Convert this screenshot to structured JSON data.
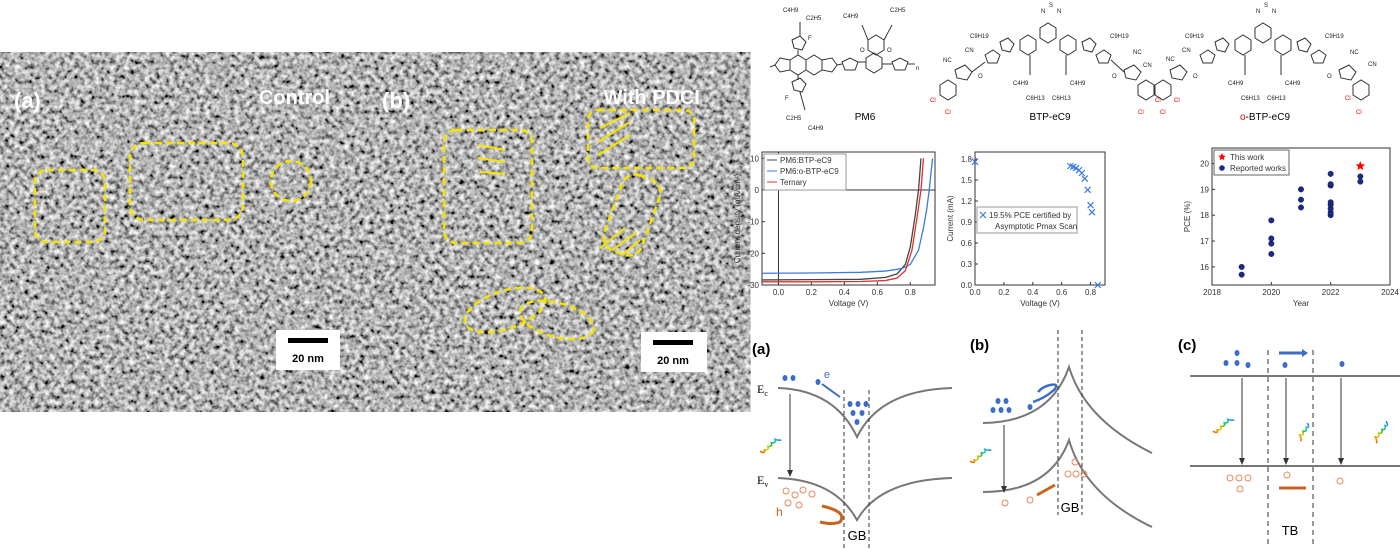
{
  "tem": {
    "a": {
      "label": "(a)",
      "title": "Control",
      "scale": "20 nm"
    },
    "b": {
      "label": "(b)",
      "title": "With PDCI",
      "scale": "20 nm"
    }
  },
  "molecules": {
    "pm6": {
      "name": "PM6",
      "subs": [
        "C4H9",
        "C2H5",
        "C4H9",
        "C2H5",
        "C2H5",
        "C4H9",
        "F",
        "F",
        "O",
        "O",
        "n"
      ]
    },
    "btp": {
      "name": "BTP-eC9",
      "subs": [
        "N",
        "S",
        "N",
        "C9H19",
        "C9H19",
        "CN",
        "NC",
        "NC",
        "CN",
        "C4H9",
        "C4H9",
        "C6H13",
        "C6H13",
        "O",
        "O",
        "Cl",
        "Cl",
        "Cl",
        "Cl"
      ]
    },
    "obtp": {
      "name_prefix": "o",
      "name": "-BTP-eC9",
      "subs": [
        "N",
        "S",
        "N",
        "C9H19",
        "C9H19",
        "CN",
        "NC",
        "NC",
        "CN",
        "C4H9",
        "C4H9",
        "C6H13",
        "C6H13",
        "O",
        "O",
        "Cl",
        "Cl",
        "Cl",
        "Cl"
      ]
    }
  },
  "colors": {
    "tem_yellow": "#f5e400",
    "electron": "#3a6cc8",
    "hole": "#e8875a",
    "hole_arrow": "#c8641e",
    "cl_red": "#e00000",
    "star": "#ff0000",
    "dot": "#1a2a8c"
  },
  "chart_data": [
    {
      "type": "line",
      "xlabel": "Voltage (V)",
      "ylabel": "Current density (mA/cm²)",
      "xlim": [
        -0.1,
        0.95
      ],
      "ylim": [
        -30,
        12
      ],
      "xticks": [
        0.0,
        0.2,
        0.4,
        0.6,
        0.8
      ],
      "yticks": [
        -30,
        -20,
        -10,
        0,
        10
      ],
      "legend": "top-left",
      "series": [
        {
          "name": "PM6:BTP-eC9",
          "color": "#444444",
          "x": [
            -0.1,
            0.2,
            0.5,
            0.65,
            0.72,
            0.77,
            0.8,
            0.83,
            0.85,
            0.865
          ],
          "y": [
            -28.4,
            -28.3,
            -28.2,
            -27.6,
            -26.5,
            -23.5,
            -18,
            -8,
            0,
            10
          ]
        },
        {
          "name": "PM6:o-BTP-eC9",
          "color": "#3b7be0",
          "x": [
            -0.1,
            0.2,
            0.5,
            0.65,
            0.75,
            0.8,
            0.85,
            0.88,
            0.9,
            0.915,
            0.935
          ],
          "y": [
            -26.3,
            -26.2,
            -26.0,
            -25.6,
            -24.8,
            -23.5,
            -19,
            -12,
            -6,
            0,
            10
          ]
        },
        {
          "name": "Ternary",
          "color": "#e03030",
          "x": [
            -0.1,
            0.2,
            0.5,
            0.65,
            0.72,
            0.77,
            0.81,
            0.84,
            0.865,
            0.88
          ],
          "y": [
            -29.0,
            -29.0,
            -28.9,
            -28.6,
            -27.8,
            -25.5,
            -19,
            -9,
            0,
            10
          ]
        }
      ]
    },
    {
      "type": "scatter",
      "xlabel": "Voltage (V)",
      "ylabel": "Current (mA)",
      "xlim": [
        0,
        0.9
      ],
      "ylim": [
        0,
        1.9
      ],
      "xticks": [
        0.0,
        0.2,
        0.4,
        0.6,
        0.8
      ],
      "yticks": [
        0.0,
        0.3,
        0.6,
        0.9,
        1.2,
        1.5,
        1.8
      ],
      "legend": "center-left",
      "series": [
        {
          "name": "19.5% PCE certified by Asymptotic Pmax Scan",
          "color": "#3b7be0",
          "x": [
            0.0,
            0.66,
            0.68,
            0.7,
            0.72,
            0.74,
            0.76,
            0.78,
            0.8,
            0.81,
            0.85
          ],
          "y": [
            1.76,
            1.7,
            1.69,
            1.67,
            1.64,
            1.6,
            1.52,
            1.36,
            1.14,
            1.04,
            0.0
          ]
        }
      ]
    },
    {
      "type": "scatter",
      "xlabel": "Year",
      "ylabel": "PCE (%)",
      "xlim": [
        2018,
        2024
      ],
      "ylim": [
        15.3,
        20.6
      ],
      "xticks": [
        2018,
        2020,
        2022,
        2024
      ],
      "yticks": [
        16,
        17,
        18,
        19,
        20
      ],
      "legend": "top-left",
      "series": [
        {
          "name": "This work",
          "color": "#ff0000",
          "marker": "star",
          "x": [
            2023
          ],
          "y": [
            19.9
          ]
        },
        {
          "name": "Reported works",
          "color": "#1a2a8c",
          "marker": "circle",
          "x": [
            2019,
            2019,
            2020,
            2020,
            2020,
            2020,
            2021,
            2021,
            2021,
            2022,
            2022,
            2022,
            2022,
            2022,
            2022,
            2022,
            2022,
            2023,
            2023
          ],
          "y": [
            15.7,
            16.0,
            16.5,
            16.9,
            17.1,
            17.8,
            18.3,
            18.6,
            19.0,
            18.0,
            18.1,
            18.25,
            18.4,
            18.5,
            19.15,
            19.2,
            19.6,
            19.3,
            19.5
          ]
        }
      ]
    }
  ],
  "bands": {
    "a": {
      "label": "(a)",
      "ec": "E",
      "ec_sub": "c",
      "ev": "E",
      "ev_sub": "v",
      "e": "e",
      "h": "h",
      "boundary": "GB"
    },
    "b": {
      "label": "(b)",
      "boundary": "GB"
    },
    "c": {
      "label": "(c)",
      "boundary": "TB"
    }
  }
}
